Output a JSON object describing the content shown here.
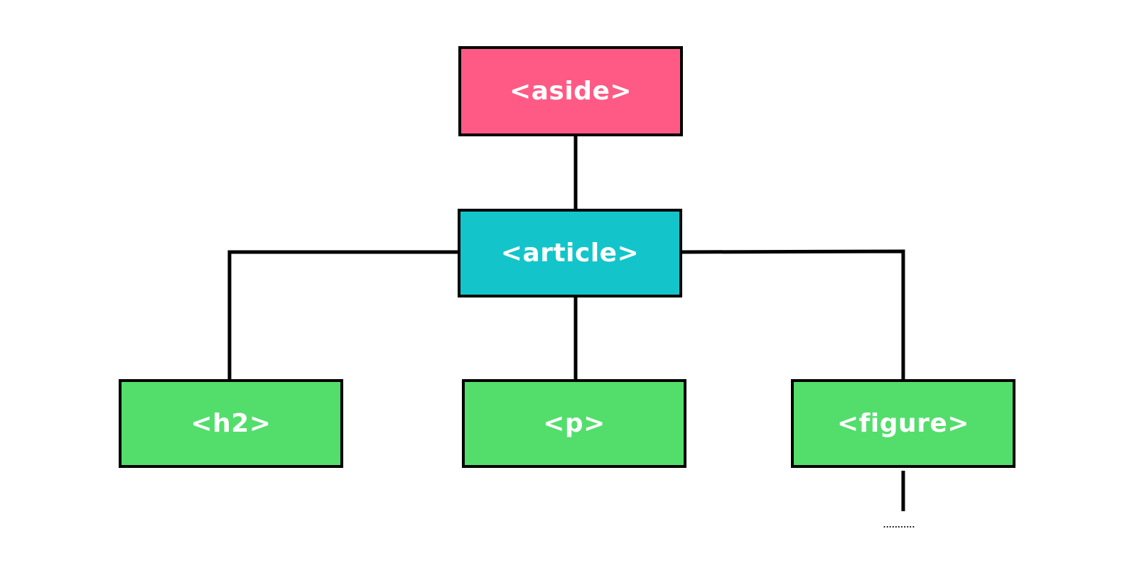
{
  "colors": {
    "root": "#ff5a85",
    "parent": "#13c5ca",
    "leaf": "#53de6c",
    "border": "#000000",
    "text": "#ffffff"
  },
  "nodes": {
    "aside": {
      "label": "<aside>",
      "color": "#ff5a85"
    },
    "article": {
      "label": "<article>",
      "color": "#13c5ca"
    },
    "h2": {
      "label": "<h2>",
      "color": "#53de6c"
    },
    "p": {
      "label": "<p>",
      "color": "#53de6c"
    },
    "figure": {
      "label": "<figure>",
      "color": "#53de6c"
    }
  },
  "edges": [
    {
      "from": "aside",
      "to": "article"
    },
    {
      "from": "article",
      "to": "h2"
    },
    {
      "from": "article",
      "to": "p"
    },
    {
      "from": "article",
      "to": "figure"
    }
  ],
  "continuation": {
    "label": "..........."
  }
}
